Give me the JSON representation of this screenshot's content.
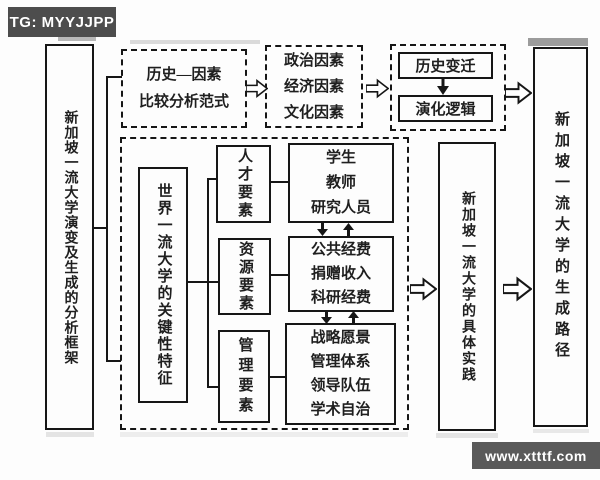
{
  "watermarks": {
    "telegram": "TG: MYYJJPP",
    "website": "www.xtttf.com"
  },
  "colors": {
    "line": "#161616",
    "text": "#1f1f1f",
    "badge_top_bg": "#4d4d4d",
    "badge_bottom_bg": "#5a5a5a",
    "background": "#fdfdfd"
  },
  "diagram": {
    "framework": "新加坡一流大学演变及生成的分析框架",
    "paradigm": [
      "历史—因素",
      "比较分析范式"
    ],
    "factors": [
      "政治因素",
      "经济因素",
      "文化因素"
    ],
    "history_change": "历史变迁",
    "evolution_logic": "演化逻辑",
    "key_features": "世界一流大学的关键性特征",
    "talent_element": "人才要素",
    "talent_items": [
      "学生",
      "教师",
      "研究人员"
    ],
    "resource_element": "资源要素",
    "resource_items": [
      "公共经费",
      "捐赠收入",
      "科研经费"
    ],
    "management_element": "管理要素",
    "management_items": [
      "战略愿景",
      "管理体系",
      "领导队伍",
      "学术自治"
    ],
    "practice": "新加坡一流大学的具体实践",
    "path": "新加坡一流大学的生成路径"
  }
}
